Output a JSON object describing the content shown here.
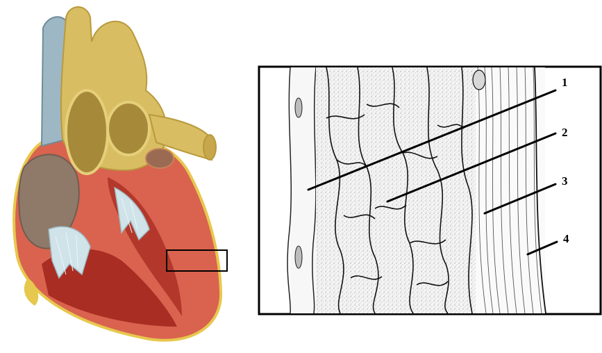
{
  "callouts": [
    {
      "number": "1"
    },
    {
      "number": "2"
    },
    {
      "number": "3"
    },
    {
      "number": "4"
    }
  ],
  "colors": {
    "myocardium": "#d9634e",
    "myocardium_dark": "#a92d22",
    "aorta": "#d9bd63",
    "aorta_shadow": "#b89a3d",
    "vena_cava": "#9db7c4",
    "valve_tendon": "#cfe3e9",
    "atrium_interior": "#8f7a6a",
    "histology_ink": "#111111",
    "frame": "#000000"
  },
  "icons": {
    "left_figure": "heart-cross-section-illustration",
    "right_figure": "heart-wall-histology-drawing"
  }
}
